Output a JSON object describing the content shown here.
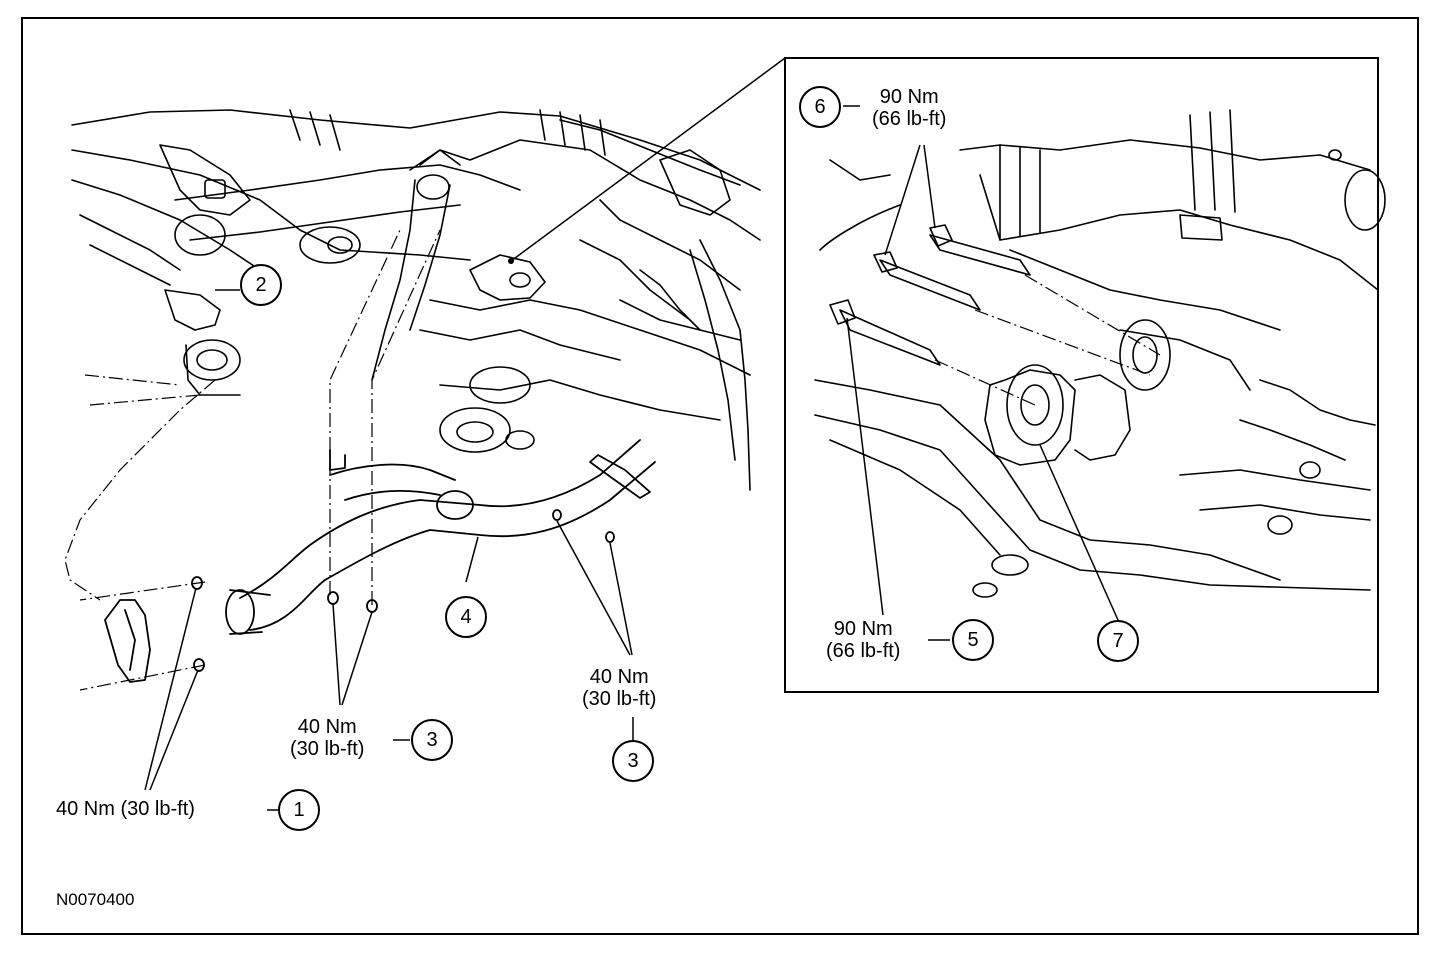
{
  "figure_id": "N0070400",
  "callouts": {
    "c1": "1",
    "c2": "2",
    "c3a": "3",
    "c3b": "3",
    "c4": "4",
    "c5": "5",
    "c6": "6",
    "c7": "7"
  },
  "torques": {
    "t1": "40 Nm (30 lb-ft)",
    "t3a_nm": "40 Nm",
    "t3a_lbft": "(30 lb-ft)",
    "t3b_nm": "40 Nm",
    "t3b_lbft": "(30 lb-ft)",
    "t5_nm": "90 Nm",
    "t5_lbft": "(66 lb-ft)",
    "t6_nm": "90 Nm",
    "t6_lbft": "(66 lb-ft)"
  }
}
